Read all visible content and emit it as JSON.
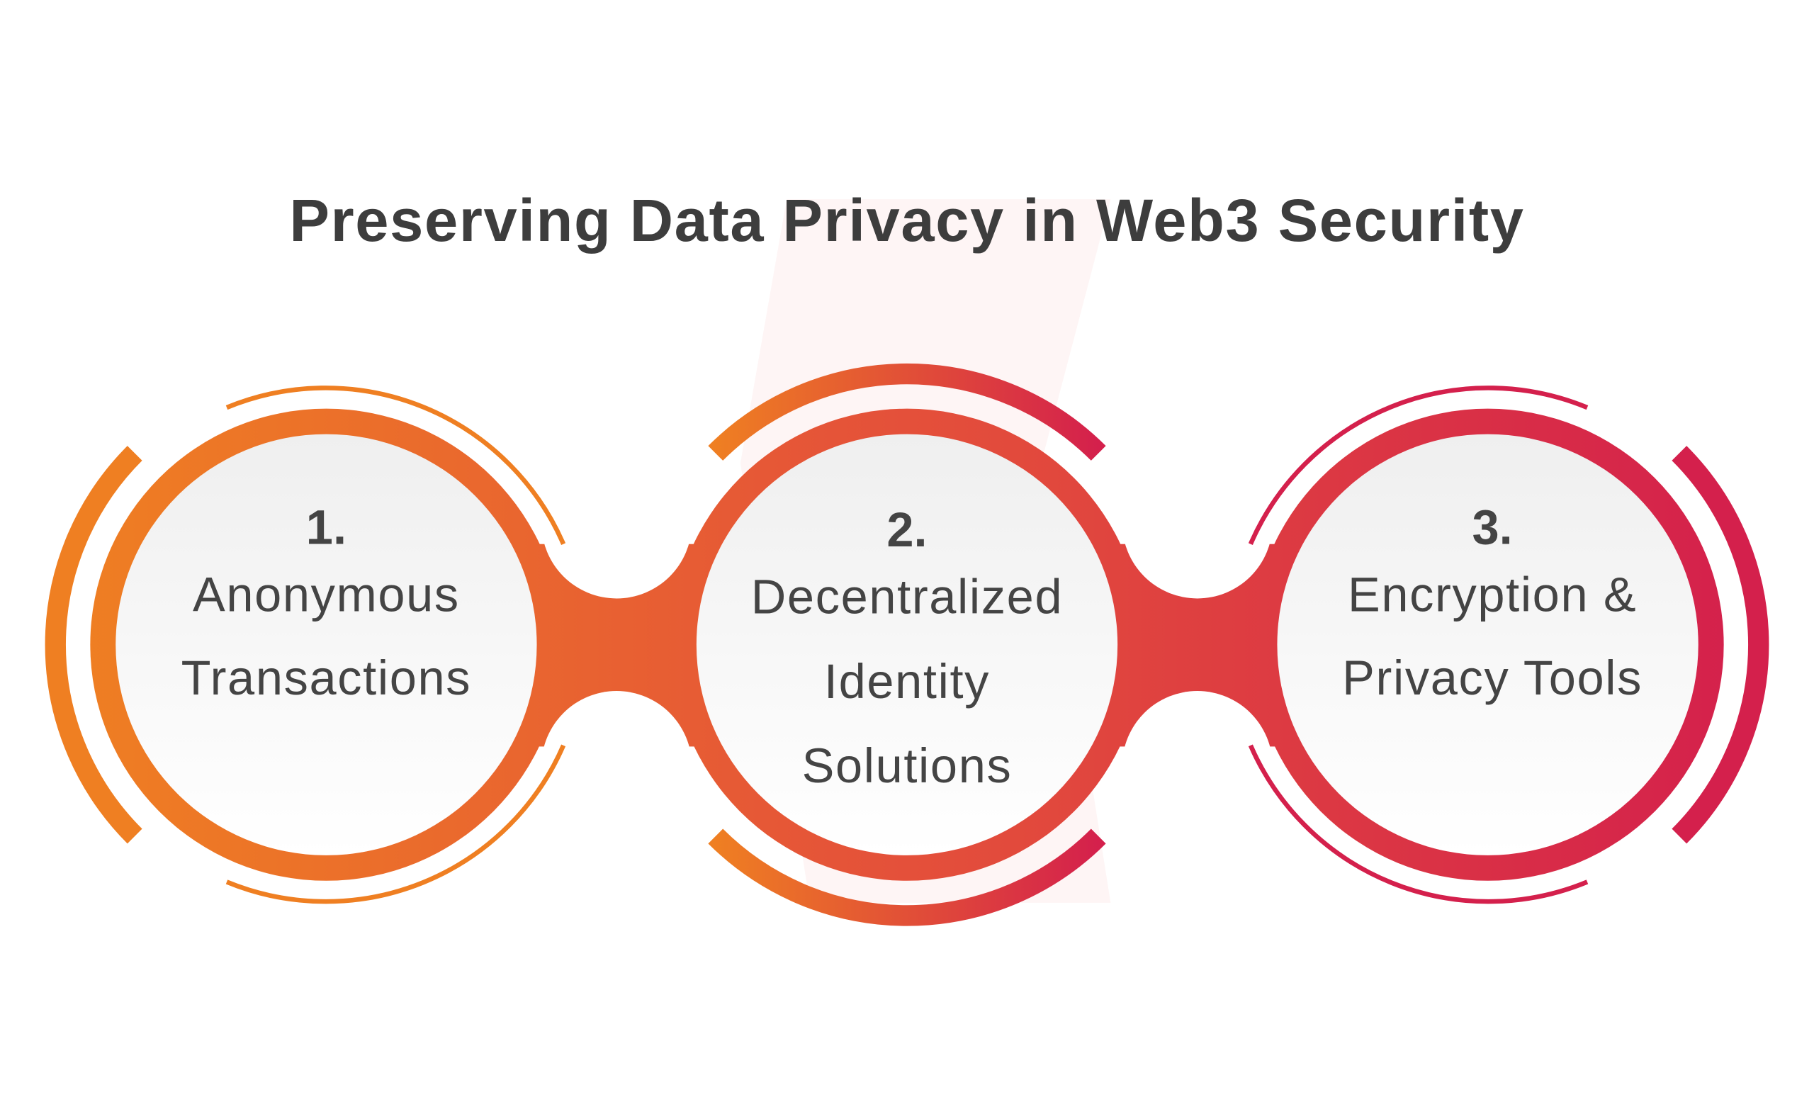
{
  "title": "Preserving Data Privacy in Web3 Security",
  "colors": {
    "orange": "#EF7F22",
    "crimson": "#D4204C",
    "text": "#444444"
  },
  "steps": [
    {
      "number": "1.",
      "lines": [
        "Anonymous",
        "Transactions"
      ]
    },
    {
      "number": "2.",
      "lines": [
        "Decentralized",
        "Identity",
        "Solutions"
      ]
    },
    {
      "number": "3.",
      "lines": [
        "Encryption &",
        "Privacy Tools"
      ]
    }
  ]
}
